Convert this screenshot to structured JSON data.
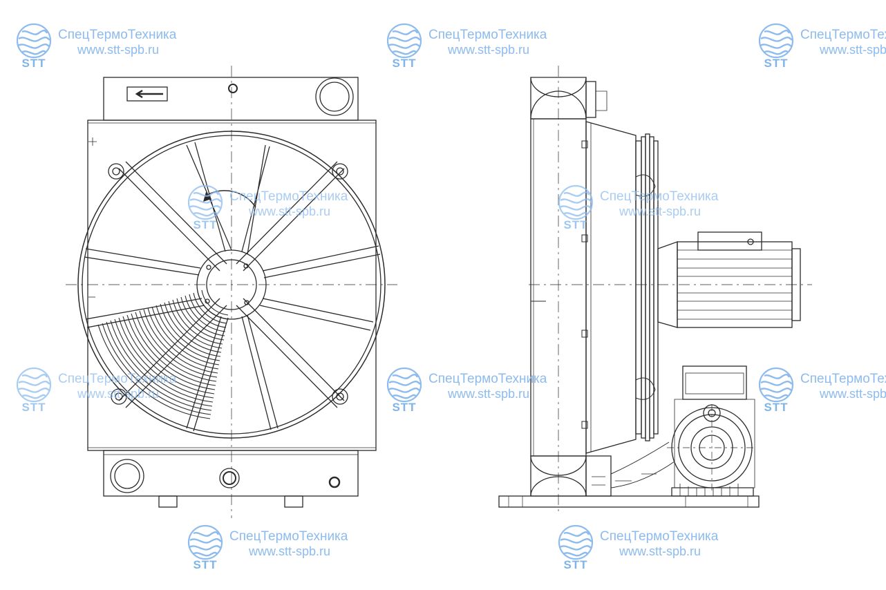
{
  "watermark": {
    "company": "СпецТермоТехника",
    "url": "www.stt-spb.ru",
    "logo_text": "STT",
    "logo_icon": "wave-sphere-logo",
    "color": "#8dbbee"
  },
  "drawing": {
    "line_color": "#2a2a2a",
    "views": [
      "front-view",
      "side-view"
    ]
  }
}
